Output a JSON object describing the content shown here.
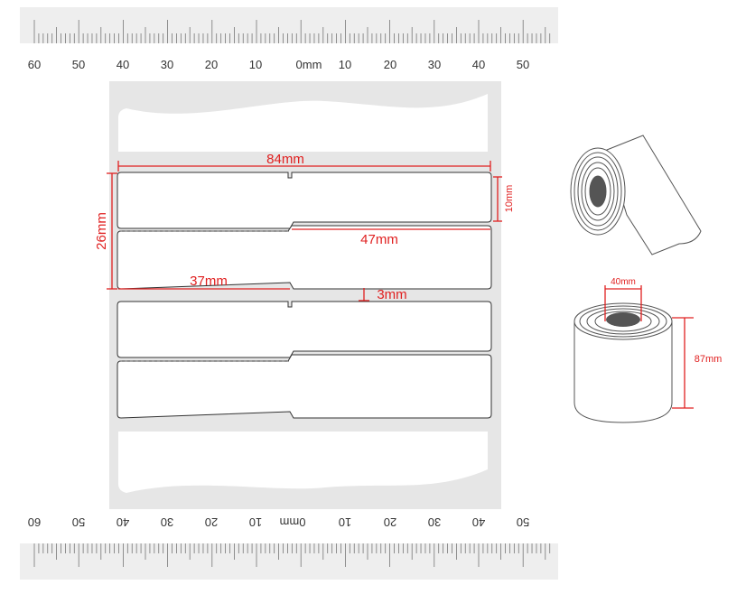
{
  "ruler_top": {
    "labels": [
      "60",
      "50",
      "40",
      "30",
      "20",
      "10",
      "0mm",
      "10",
      "20",
      "30",
      "40",
      "50"
    ]
  },
  "ruler_bottom": {
    "labels": [
      "60",
      "50",
      "40",
      "30",
      "20",
      "10",
      "0mm",
      "10",
      "20",
      "30",
      "40",
      "50"
    ]
  },
  "dimensions": {
    "total_width": "84mm",
    "total_height": "26mm",
    "tail_height": "10mm",
    "tail_width": "47mm",
    "head_width": "37mm",
    "gap": "3mm",
    "roll_core": "40mm",
    "roll_height": "87mm"
  },
  "colors": {
    "dimension": "#e02020",
    "backing": "#e6e6e6",
    "label_border": "#333333"
  }
}
